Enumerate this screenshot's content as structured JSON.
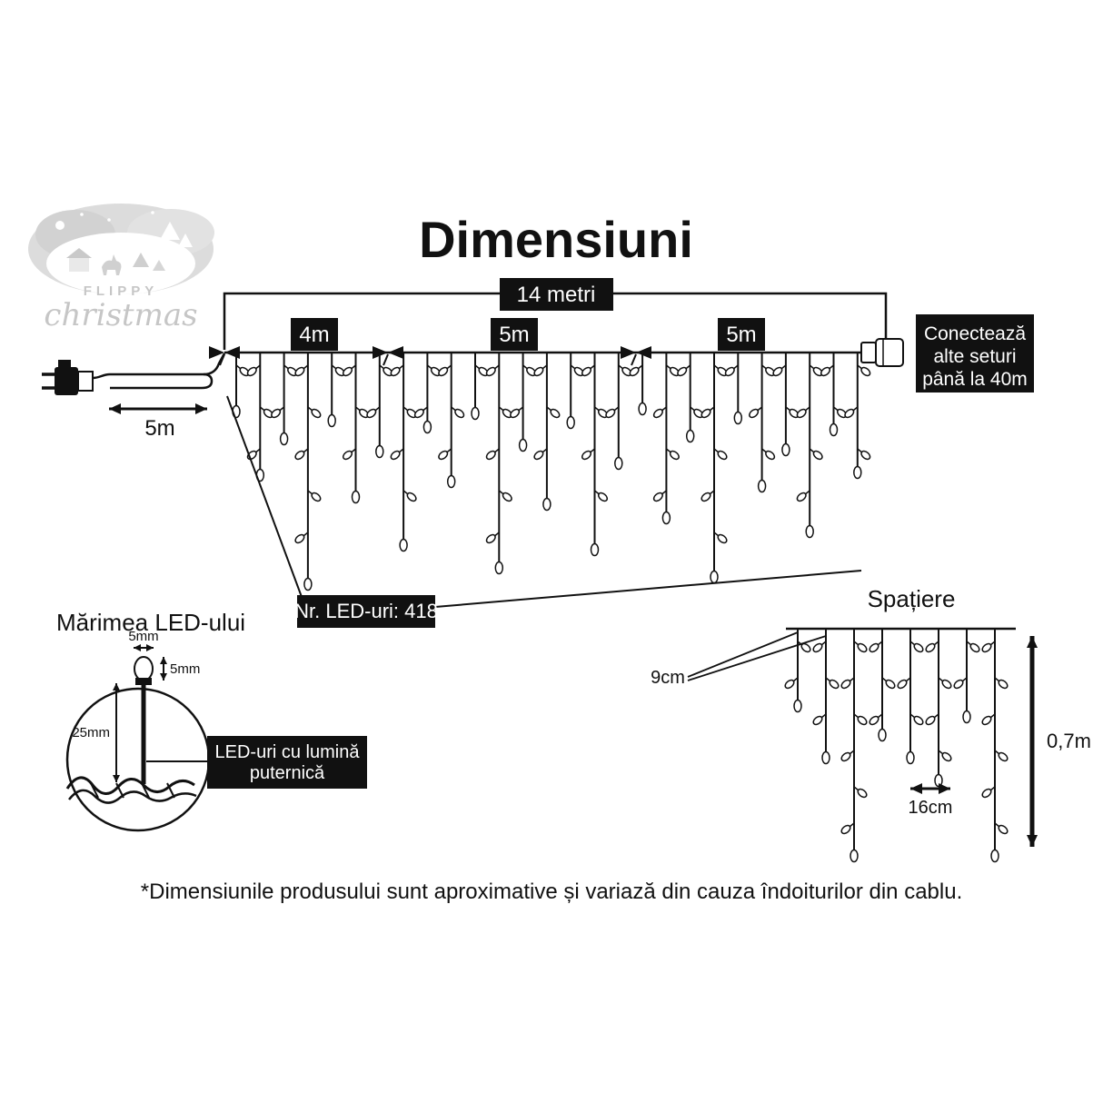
{
  "title": "Dimensiuni",
  "logo": {
    "brand_top": "FLIPPY",
    "brand_script": "christmas"
  },
  "main": {
    "total_label": "14 metri",
    "segments": [
      "4m",
      "5m",
      "5m"
    ],
    "lead_label": "5m",
    "connect": [
      "Conectează",
      "alte seturi",
      "până la 40m"
    ],
    "led_count": "Nr. LED-uri: 418"
  },
  "led_size": {
    "heading": "Mărimea LED-ului",
    "top_width": "5mm",
    "bulb_height": "5mm",
    "body_length": "25mm",
    "callout": [
      "LED-uri cu lumină",
      "puternică"
    ]
  },
  "spacing": {
    "heading": "Spațiere",
    "drop_gap": "9cm",
    "bulb_gap": "16cm",
    "drop_height": "0,7m"
  },
  "footer": "*Dimensiunile produsului sunt aproximative și variază din cauza îndoiturilor din cablu."
}
